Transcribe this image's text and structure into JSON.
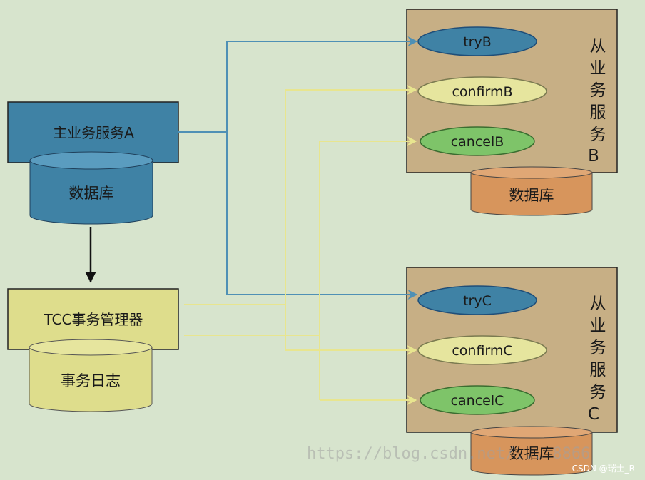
{
  "service_a": {
    "label": "主业务服务A",
    "db_label": "数据库"
  },
  "tcc": {
    "label": "TCC事务管理器",
    "log_label": "事务日志"
  },
  "service_b": {
    "title_chars": [
      "从",
      "业",
      "务",
      "服",
      "务",
      "B"
    ],
    "try_label": "tryB",
    "confirm_label": "confirmB",
    "cancel_label": "cancelB",
    "db_label": "数据库"
  },
  "service_c": {
    "title_chars": [
      "从",
      "业",
      "务",
      "服",
      "务",
      "C"
    ],
    "try_label": "tryC",
    "confirm_label": "confirmC",
    "cancel_label": "cancelC",
    "db_label": "数据库"
  },
  "watermark": "https://blog.csdn.net/... 8866",
  "credit": "CSDN @瑞士_R",
  "colors": {
    "background": "#d7e4cd",
    "blue": "#3f82a5",
    "blue_dark": "#1f4e79",
    "yellow": "#dedd8c",
    "tan": "#c7af85",
    "orange": "#d7955c",
    "green": "#7ec469",
    "line_blue": "#4f90b5",
    "line_yellow": "#e8e58f"
  }
}
